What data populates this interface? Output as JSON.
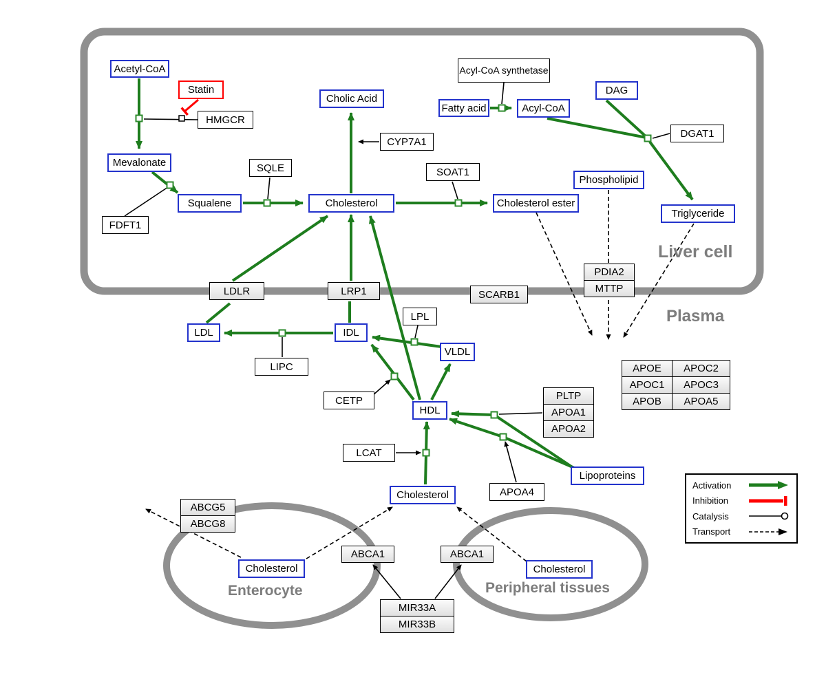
{
  "regions": {
    "liver": "Liver cell",
    "plasma": "Plasma",
    "enterocyte": "Enterocyte",
    "peripheral": "Peripheral tissues"
  },
  "nodes": {
    "acetyl_coa": "Acetyl-CoA",
    "statin": "Statin",
    "hmgcr": "HMGCR",
    "mevalonate": "Mevalonate",
    "fdft1": "FDFT1",
    "squalene": "Squalene",
    "sqle": "SQLE",
    "cholesterol_liver": "Cholesterol",
    "cholic_acid": "Cholic Acid",
    "cyp7a1": "CYP7A1",
    "soat1": "SOAT1",
    "cholesterol_ester": "Cholesterol ester",
    "fatty_acid": "Fatty acid",
    "acyl_coa_synthetase": "Acyl-CoA synthetase",
    "acyl_coa": "Acyl-CoA",
    "dag": "DAG",
    "dgat1": "DGAT1",
    "phospholipid": "Phospholipid",
    "triglyceride": "Triglyceride",
    "ldlr": "LDLR",
    "lrp1": "LRP1",
    "scarb1": "SCARB1",
    "pdia2": "PDIA2",
    "mttp": "MTTP",
    "ldl": "LDL",
    "idl": "IDL",
    "vldl": "VLDL",
    "lpl": "LPL",
    "lipc": "LIPC",
    "cetp": "CETP",
    "hdl": "HDL",
    "lcat": "LCAT",
    "apoe": "APOE",
    "apoc2": "APOC2",
    "apoc1": "APOC1",
    "apoc3": "APOC3",
    "apob": "APOB",
    "apoa5": "APOA5",
    "pltp": "PLTP",
    "apoa1": "APOA1",
    "apoa2": "APOA2",
    "apoa4": "APOA4",
    "lipoproteins": "Lipoproteins",
    "cholesterol_plasma": "Cholesterol",
    "abcg5": "ABCG5",
    "abcg8": "ABCG8",
    "cholesterol_enterocyte": "Cholesterol",
    "abca1": "ABCA1",
    "cholesterol_peripheral": "Cholesterol",
    "mir33a": "MIR33A",
    "mir33b": "MIR33B"
  },
  "legend": {
    "activation": "Activation",
    "inhibition": "Inhibition",
    "catalysis": "Catalysis",
    "transport": "Transport"
  },
  "colors": {
    "activation_green": "#1e7d1e",
    "inhibition_red": "#ff0000",
    "metabolite_blue": "#2333cc",
    "membrane_gray": "#909090"
  }
}
